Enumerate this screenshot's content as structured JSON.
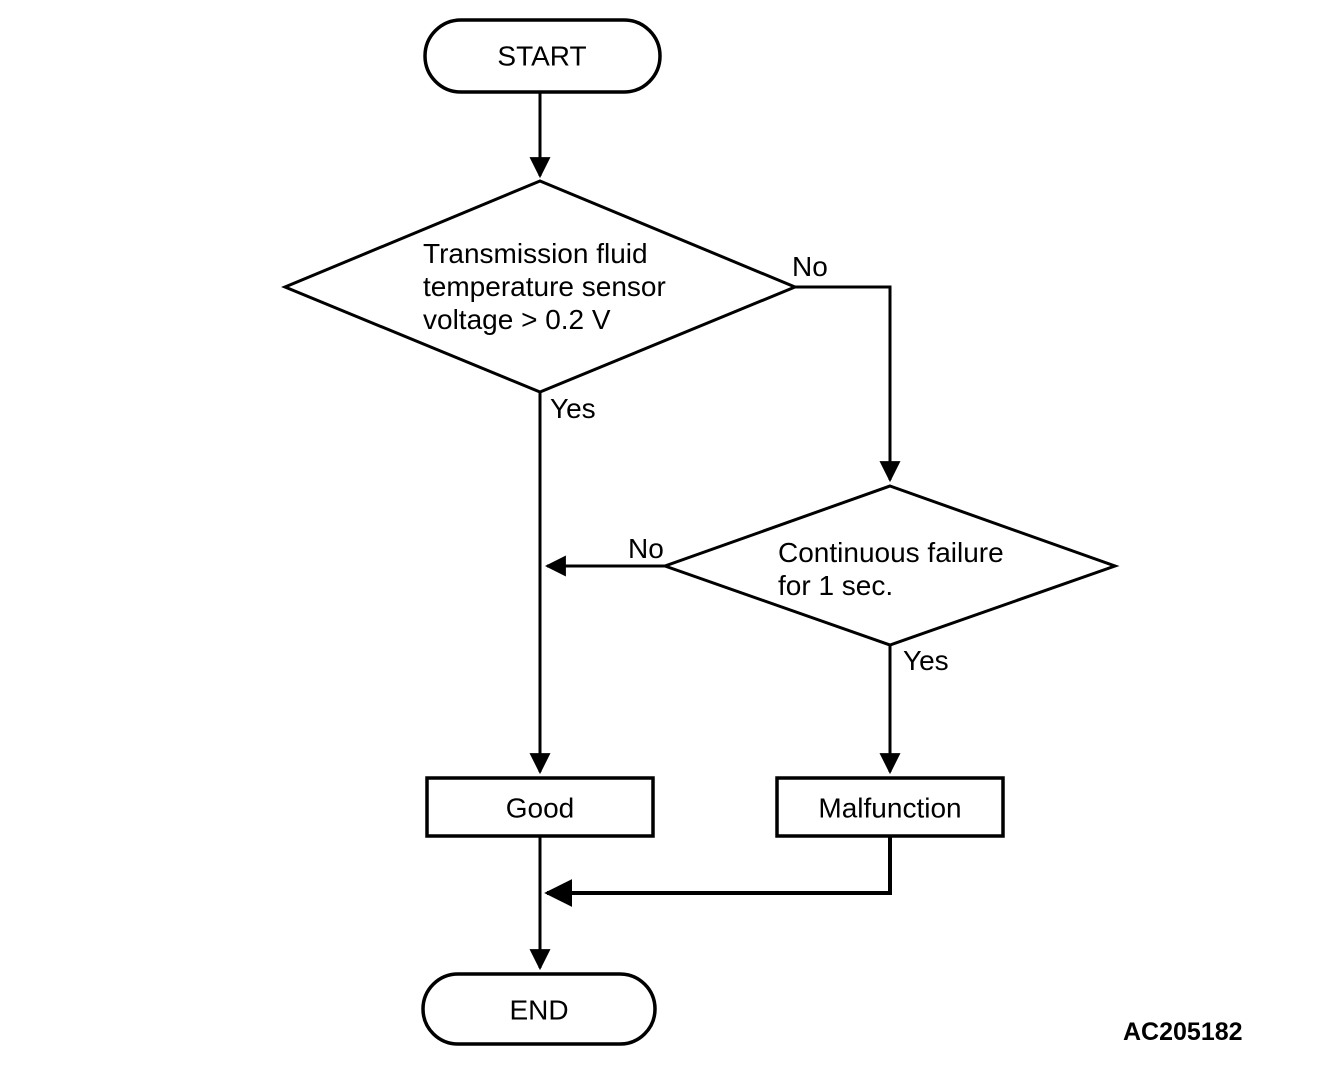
{
  "nodes": {
    "start": {
      "label": "START"
    },
    "decision1": {
      "lines": [
        "Transmission fluid",
        "temperature sensor",
        "voltage > 0.2 V"
      ]
    },
    "decision2": {
      "lines": [
        "Continuous failure",
        "for 1 sec."
      ]
    },
    "good": {
      "label": "Good"
    },
    "malfunction": {
      "label": "Malfunction"
    },
    "end": {
      "label": "END"
    }
  },
  "edge_labels": {
    "decision1_no": "No",
    "decision1_yes": "Yes",
    "decision2_no": "No",
    "decision2_yes": "Yes"
  },
  "figure_code": "AC205182",
  "colors": {
    "stroke": "#000000",
    "background": "#ffffff",
    "text": "#000000"
  }
}
